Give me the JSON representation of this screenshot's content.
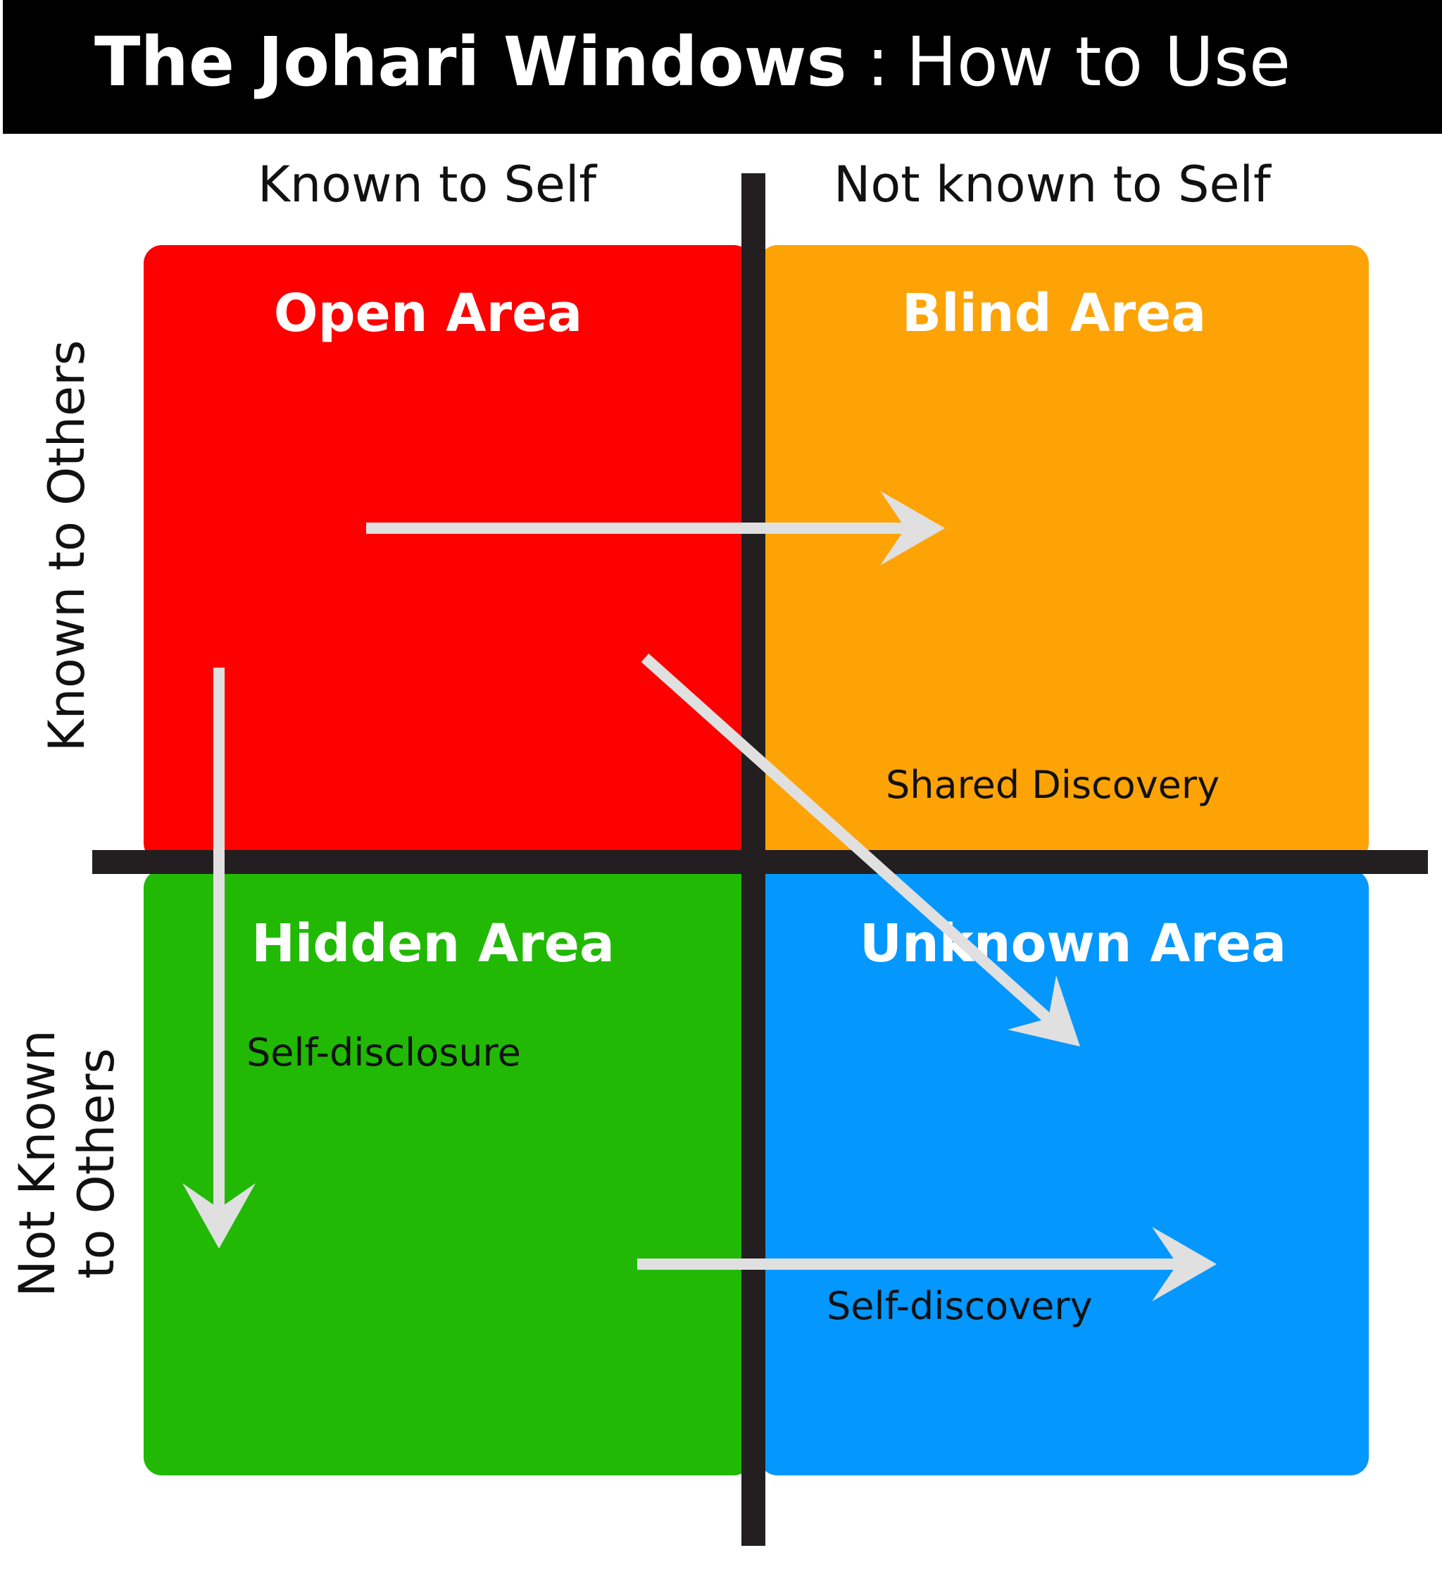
{
  "title": {
    "bold": "The Johari Windows",
    "separator": ":",
    "subtitle": "How to Use"
  },
  "columns": {
    "left": "Known to Self",
    "right": "Not known to Self"
  },
  "rows": {
    "top": "Known to Others",
    "bottom_line1": "Not Known",
    "bottom_line2": "to Others"
  },
  "quadrants": {
    "open": {
      "title": "Open Area",
      "color": "#fe0000"
    },
    "blind": {
      "title": "Blind Area",
      "color": "#fea306"
    },
    "hidden": {
      "title": "Hidden Area",
      "color": "#21b904"
    },
    "unknown": {
      "title": "Unknown Area",
      "color": "#0497fe"
    }
  },
  "arrow_labels": {
    "shared_discovery": "Shared Discovery",
    "self_disclosure": "Self-disclosure",
    "self_discovery": "Self-discovery"
  },
  "colors": {
    "axis": "#231f20",
    "arrow": "#e0e0e0",
    "title_bar": "#000000"
  }
}
